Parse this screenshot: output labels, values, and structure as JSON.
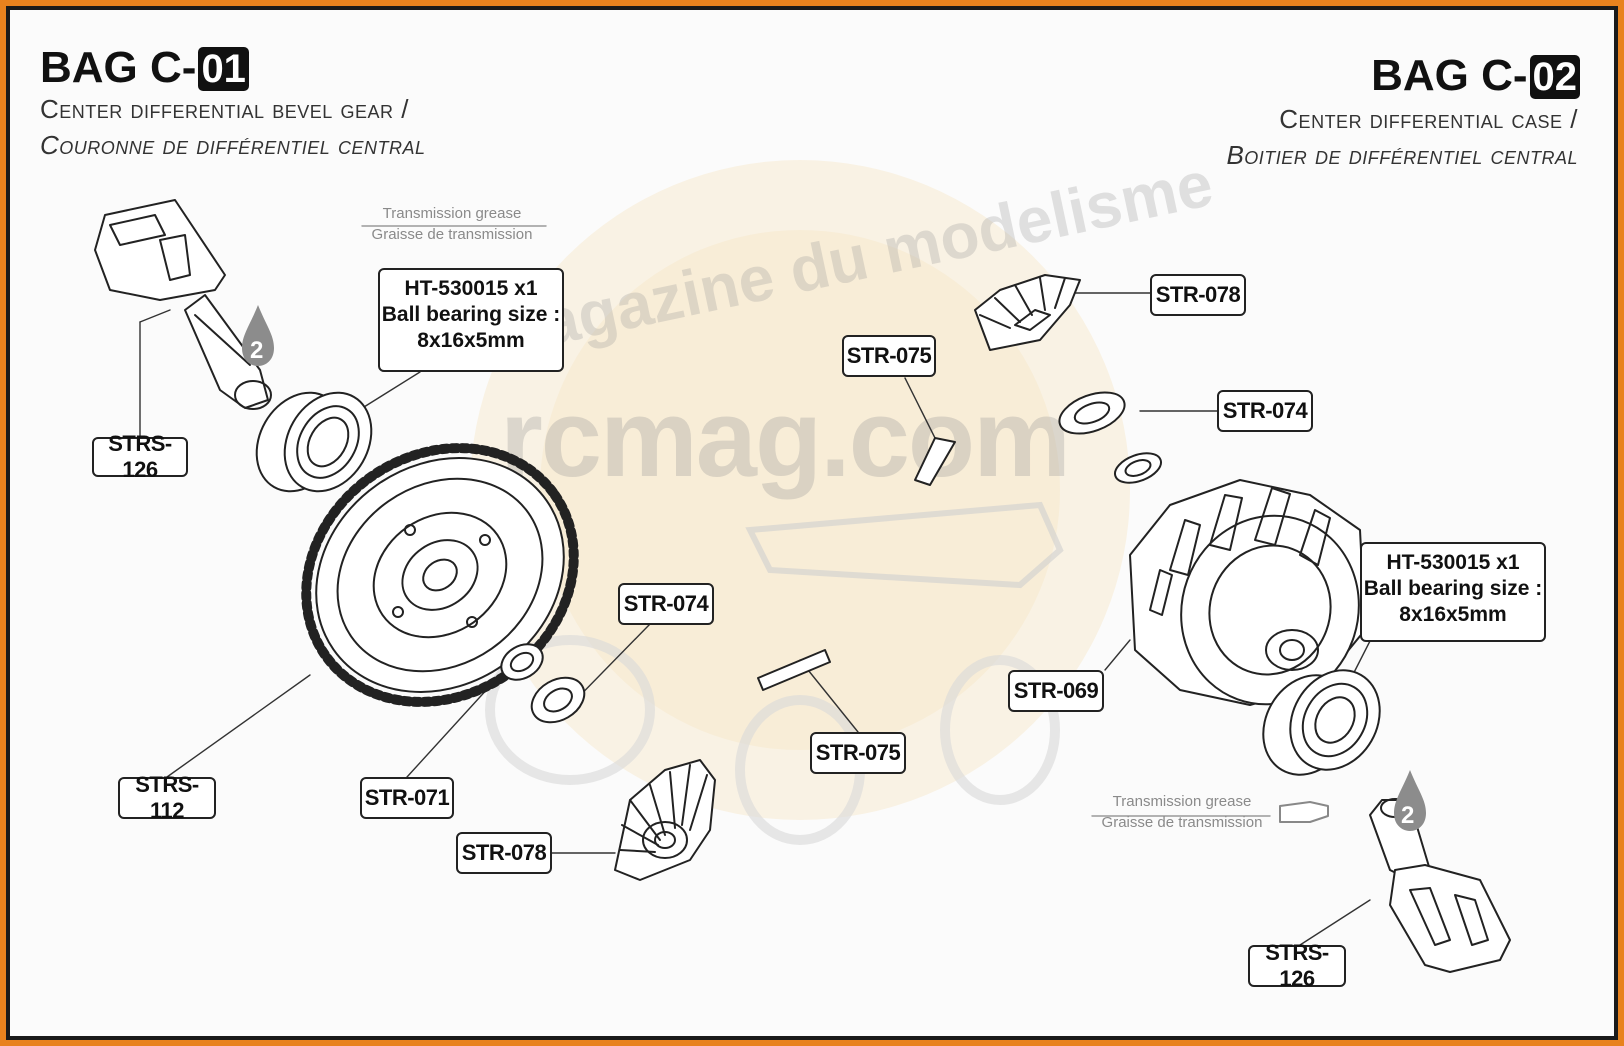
{
  "left_header": {
    "title": "BAG C-",
    "number": "01",
    "subtitle_en": "Center differential bevel gear /",
    "subtitle_fr": "Couronne de différentiel central"
  },
  "right_header": {
    "title": "BAG C-",
    "number": "02",
    "subtitle_en": "Center differential case /",
    "subtitle_fr": "Boitier de différentiel central"
  },
  "grease_note": {
    "en": "Transmission grease",
    "fr": "Graisse de transmission",
    "grease_number": "2"
  },
  "bearing_note": {
    "part": "HT-530015  x1",
    "size_label": "Ball bearing size :",
    "size_value": "8x16x5mm"
  },
  "watermark": {
    "line1": "magazine du modelisme",
    "line2": "rcmag.com"
  },
  "part_labels": {
    "strs126_top": "STRS-126",
    "strs112": "STRS-112",
    "str071": "STR-071",
    "str074_mid": "STR-074",
    "str078_bottom": "STR-078",
    "str075_bottom": "STR-075",
    "str075_top": "STR-075",
    "str078_top": "STR-078",
    "str074_top": "STR-074",
    "str069": "STR-069",
    "strs126_bottom": "STRS-126"
  },
  "colors": {
    "frame": "#e8821e",
    "paper": "#fbfbfb",
    "ink": "#222222",
    "watermark_logo": "#f2c76e"
  }
}
